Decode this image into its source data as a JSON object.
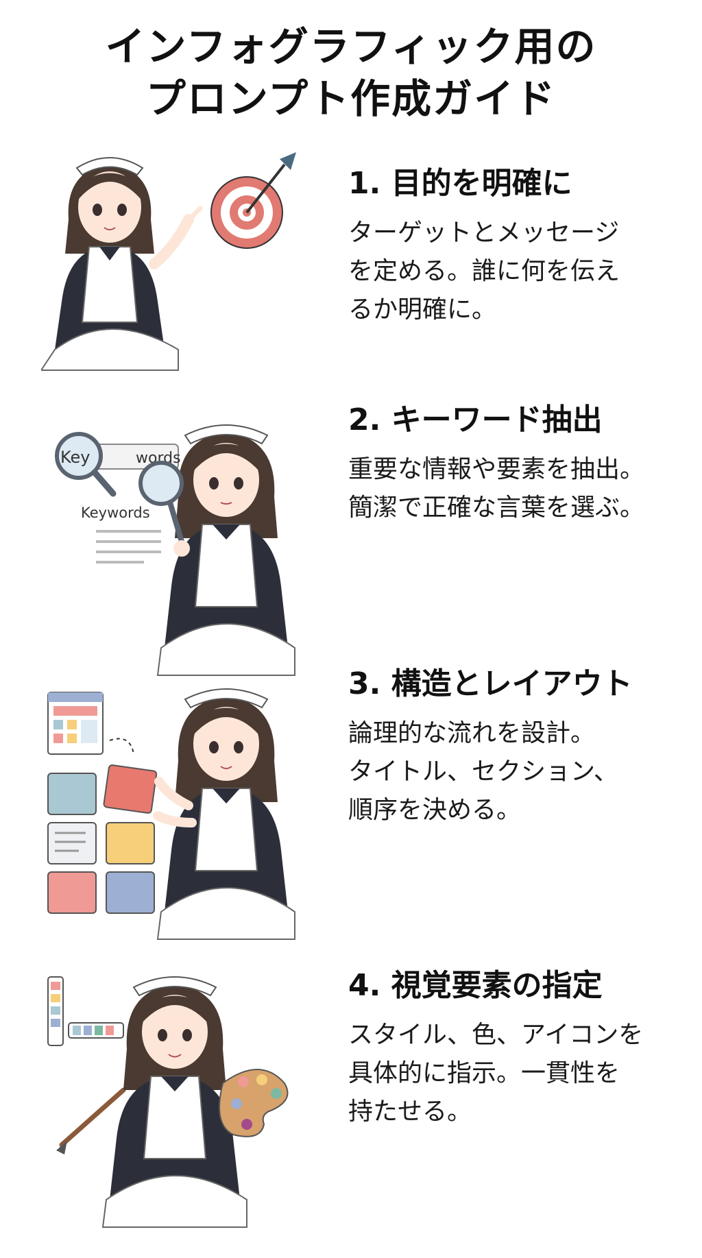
{
  "title": {
    "line1": "インフォグラフィック用の",
    "line2": "プロンプト作成ガイド"
  },
  "sections": [
    {
      "heading": "1. 目的を明確に",
      "lines": [
        "ターゲットとメッセージ",
        "を定める。誰に何を伝え",
        "るか明確に。"
      ],
      "icon": "target-arrow-icon"
    },
    {
      "heading": "2. キーワード抽出",
      "lines": [
        "重要な情報や要素を抽出。",
        "簡潔で正確な言葉を選ぶ。"
      ],
      "icon": "magnifier-icon",
      "art_labels": {
        "magnifier_text": "Key",
        "tag_text": "words",
        "doc_label": "Keywords"
      }
    },
    {
      "heading": "3. 構造とレイアウト",
      "lines": [
        "論理的な流れを設計。",
        "タイトル、セクション、",
        "順序を決める。"
      ],
      "icon": "layout-grid-icon"
    },
    {
      "heading": "4. 視覚要素の指定",
      "lines": [
        "スタイル、色、アイコンを",
        "具体的に指示。一貫性を",
        "持たせる。"
      ],
      "icon": "palette-icon"
    }
  ],
  "colors": {
    "text": "#111111",
    "target_red": "#e07a72",
    "dress": "#2c2f3a",
    "hair": "#4a3a32",
    "apron": "#ffffff",
    "tile_blue": "#a9c8d3",
    "tile_yellow": "#f7cf7a",
    "tile_pink": "#ef9a95",
    "tile_navy": "#9db0d3"
  }
}
